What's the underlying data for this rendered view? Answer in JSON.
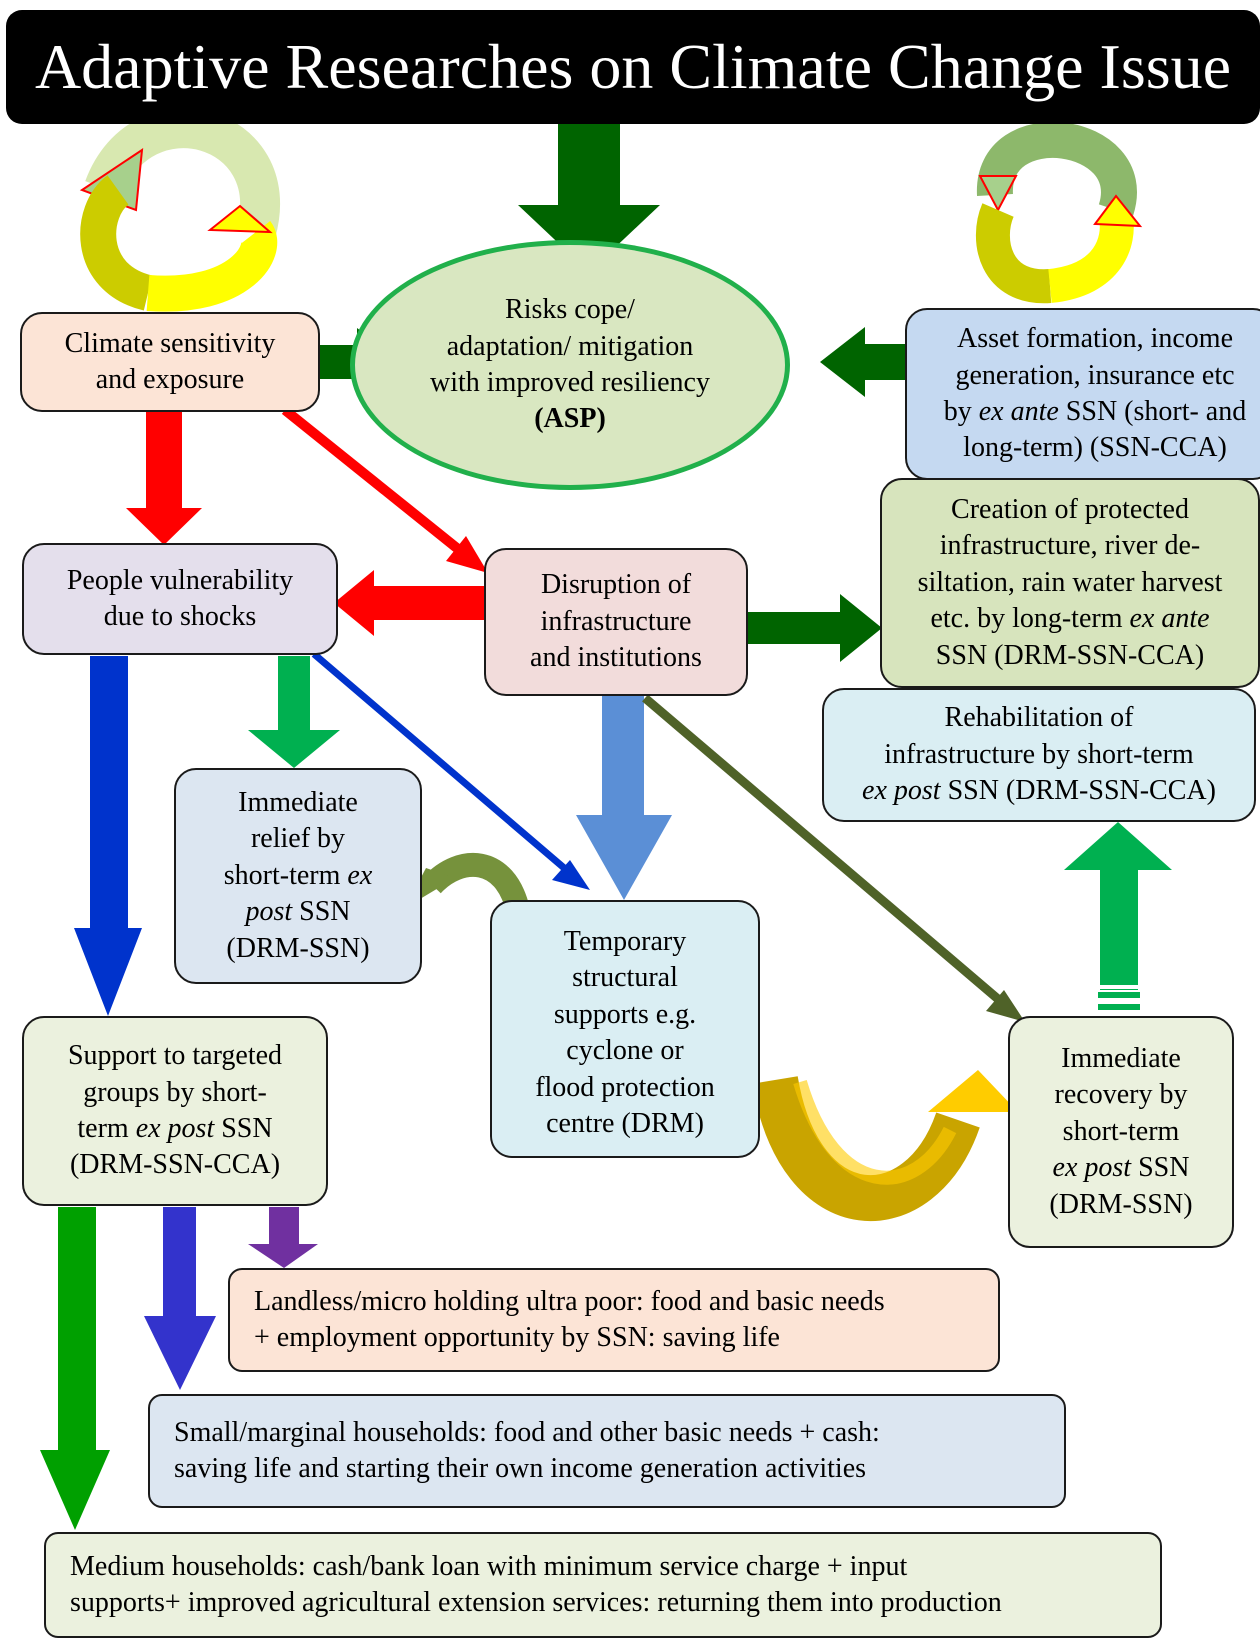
{
  "title": "Adaptive Researches on Climate Change Issue",
  "nodes": {
    "climate": [
      "Climate sensitivity",
      "and exposure"
    ],
    "risks": {
      "lines": [
        "Risks cope/",
        "adaptation/ mitigation",
        "with improved resiliency"
      ],
      "bold": "(ASP)"
    },
    "asset": {
      "l1": "Asset formation, income",
      "l2": "generation, insurance etc",
      "l3_italic": "ex ante",
      "l3_pre": "by",
      "l3_post": "SSN (short- and",
      "l4": "long-term) (SSN-CCA)"
    },
    "people": [
      "People vulnerability",
      "due to shocks"
    ],
    "disruption": [
      "Disruption of",
      "infrastructure",
      "and institutions"
    ],
    "creation": {
      "l1": "Creation of protected",
      "l2": "infrastructure, river de-",
      "l3": "siltation, rain water harvest",
      "l4_pre": "etc. by long-term",
      "l4_italic": "ex ante",
      "l5": "SSN (DRM-SSN-CCA)"
    },
    "rehab": {
      "l1": "Rehabilitation of",
      "l2": "infrastructure by short-term",
      "l3_italic": "ex post",
      "l3_post": "SSN (DRM-SSN-CCA)"
    },
    "relief": {
      "l1": "Immediate",
      "l2": "relief by",
      "l3_pre": "short-term",
      "l3_italic": "ex",
      "l4_italic": "post",
      "l4_post": "SSN",
      "l5": "(DRM-SSN)"
    },
    "temporary": [
      "Temporary",
      "structural",
      "supports e.g.",
      "cyclone or",
      "flood protection",
      "centre (DRM)"
    ],
    "recovery": {
      "l1": "Immediate",
      "l2": "recovery by",
      "l3": "short-term",
      "l4_italic": "ex post",
      "l4_post": "SSN",
      "l5": "(DRM-SSN)"
    },
    "support": {
      "l1": "Support to targeted",
      "l2": "groups by short-",
      "l3_pre": "term",
      "l3_italic": "ex post",
      "l3_post": "SSN",
      "l4": "(DRM-SSN-CCA)"
    },
    "landless": [
      "Landless/micro holding ultra poor: food and basic needs",
      "+ employment opportunity by SSN: saving life"
    ],
    "small": [
      "Small/marginal households: food and other basic needs + cash:",
      "saving life and starting their own income generation activities"
    ],
    "medium": [
      "Medium households: cash/bank loan with minimum service charge + input",
      "supports+ improved agricultural extension services: returning them into production"
    ]
  },
  "colors": {
    "title_bg": "#000000",
    "dark_green": "#006400",
    "red": "#ff0000",
    "blue": "#0033cc",
    "light_blue": "#5b8fd6",
    "olive": "#4f6228",
    "green": "#00b050",
    "purple": "#7030a0",
    "gold": "#ffcc00"
  }
}
